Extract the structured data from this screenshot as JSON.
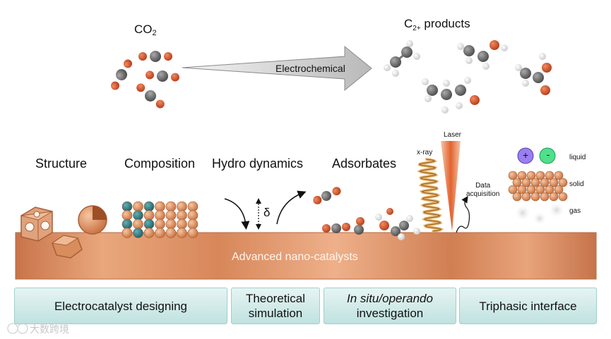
{
  "reaction": {
    "reactant_main": "CO",
    "reactant_sub": "2",
    "arrow_label": "Electrochemical",
    "product_main": "C",
    "product_sub": "2+",
    "product_suffix": " products"
  },
  "categories": {
    "structure": "Structure",
    "composition": "Composition",
    "hydro": "Hydro dynamics",
    "adsorbates": "Adsorbates"
  },
  "hydro_symbol": "δ",
  "probe": {
    "laser": "Laser",
    "xray": "x-ray",
    "data_line1": "Data",
    "data_line2": "acquisition"
  },
  "phases": {
    "plus": "+",
    "minus": "-",
    "liquid": "liquid",
    "solid": "solid",
    "gas": "gas"
  },
  "slab_label": "Advanced nano-catalysts",
  "boxes": {
    "designing": "Electrocatalyst designing",
    "theory_line1": "Theoretical",
    "theory_line2": "simulation",
    "insitu_line1": "In situ/operando",
    "insitu_line2": "investigation",
    "triphasic": "Triphasic interface"
  },
  "watermark": "大数跨境",
  "colors": {
    "oxygen": "#d4502a",
    "carbon": "#6b6b6b",
    "hydrogen": "#f2f2f2",
    "copper": "#d9895a",
    "cobalt": "#2c7f86",
    "cation": "#8a6be0",
    "anion": "#3fd17e",
    "box_fill": "#c9e7e5"
  }
}
